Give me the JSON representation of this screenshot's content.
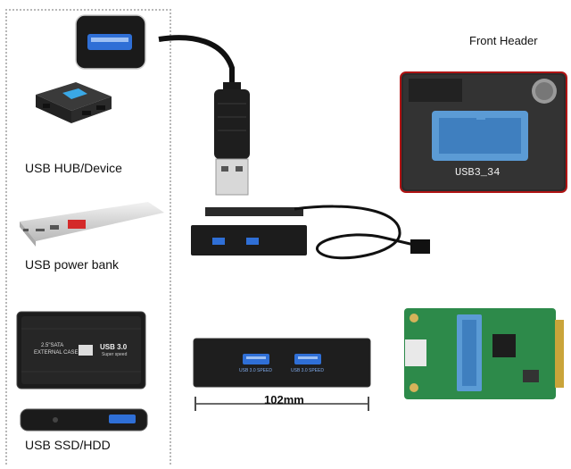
{
  "labels": {
    "usb_hub": "USB HUB/Device",
    "power_bank": "USB power bank",
    "ssd_hdd": "USB SSD/HDD",
    "front_header": "Front Header",
    "dimension": "102mm"
  },
  "device_text": {
    "hdd_case_line1": "2.5\"SATA",
    "hdd_case_line2": "EXTERNAL CASE",
    "hdd_usb3": "USB 3.0",
    "hdd_superspeed": "Super speed",
    "header_silkscreen": "USB3_34",
    "bay_port_caption_1": "USB 3.0 SPEED",
    "bay_port_caption_2": "USB 3.0 SPEED"
  },
  "colors": {
    "usb_blue": "#2f6fd6",
    "board_green": "#2d8a4a",
    "board_red_border": "#b01414",
    "header_blue": "#5b9bd5"
  }
}
